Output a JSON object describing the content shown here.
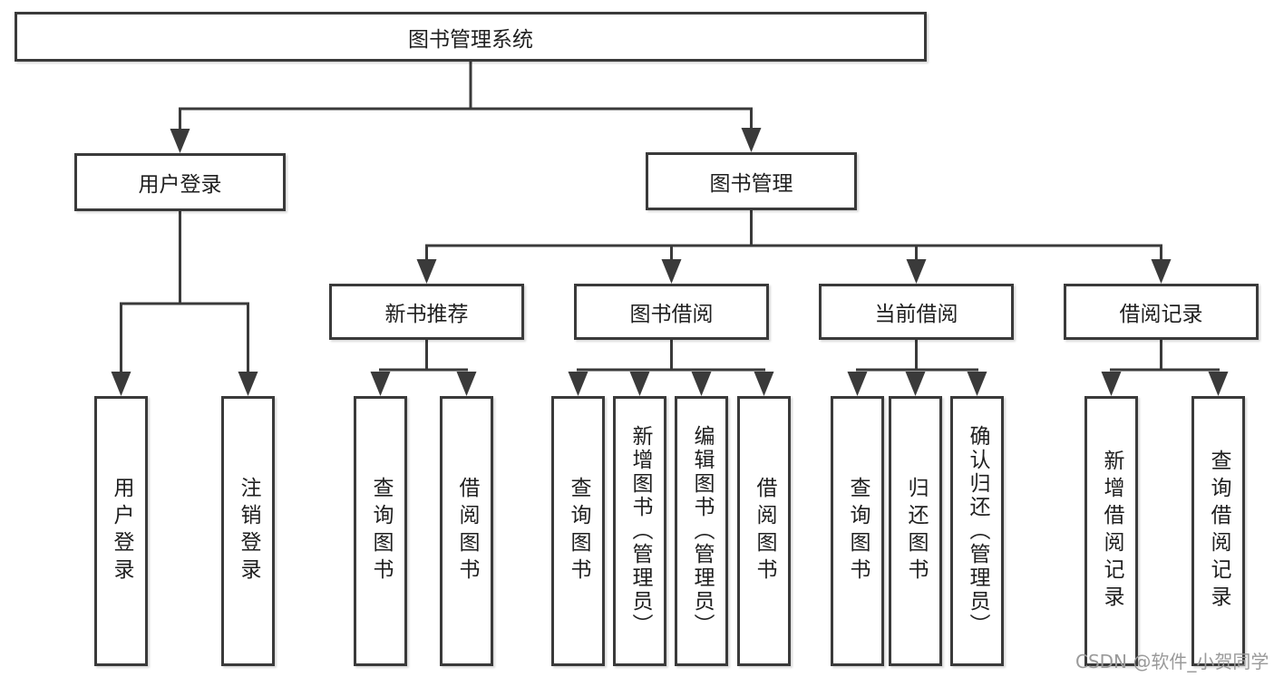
{
  "diagram": {
    "title": "图书管理系统",
    "nodes": {
      "root": {
        "label": "图书管理系统"
      },
      "user_login": {
        "label": "用户登录"
      },
      "book_mgmt": {
        "label": "图书管理"
      },
      "new_books": {
        "label": "新书推荐"
      },
      "book_borrow": {
        "label": "图书借阅"
      },
      "current_borrow": {
        "label": "当前借阅"
      },
      "borrow_records": {
        "label": "借阅记录"
      },
      "leaf_user_login": {
        "label": "用户登录"
      },
      "leaf_logout": {
        "label": "注销登录"
      },
      "leaf_query_new": {
        "label": "查询图书"
      },
      "leaf_borrow_new": {
        "label": "借阅图书"
      },
      "leaf_query_borrow": {
        "label": "查询图书"
      },
      "leaf_add_book": {
        "label": "新增图书（管理员）"
      },
      "leaf_edit_book": {
        "label": "编辑图书（管理员）"
      },
      "leaf_borrow_book": {
        "label": "借阅图书"
      },
      "leaf_query_current": {
        "label": "查询图书"
      },
      "leaf_return_book": {
        "label": "归还图书"
      },
      "leaf_confirm_return": {
        "label": "确认归还（管理员）"
      },
      "leaf_add_record": {
        "label": "新增借阅记录"
      },
      "leaf_query_record": {
        "label": "查询借阅记录"
      }
    },
    "hierarchy": {
      "图书管理系统": [
        "用户登录",
        "图书管理"
      ],
      "用户登录": [
        "用户登录",
        "注销登录"
      ],
      "图书管理": [
        "新书推荐",
        "图书借阅",
        "当前借阅",
        "借阅记录"
      ],
      "新书推荐": [
        "查询图书",
        "借阅图书"
      ],
      "图书借阅": [
        "查询图书",
        "新增图书（管理员）",
        "编辑图书（管理员）",
        "借阅图书"
      ],
      "当前借阅": [
        "查询图书",
        "归还图书",
        "确认归还（管理员）"
      ],
      "借阅记录": [
        "新增借阅记录",
        "查询借阅记录"
      ]
    },
    "colors": {
      "line": "#3a3a3a",
      "box_border": "#3a3a3a",
      "box_fill": "#ffffff",
      "text": "#1f1f1f",
      "background": "#ffffff",
      "watermark": "#9a9a9a"
    }
  },
  "watermark": {
    "text": "CSDN @软件_小贺同学"
  }
}
